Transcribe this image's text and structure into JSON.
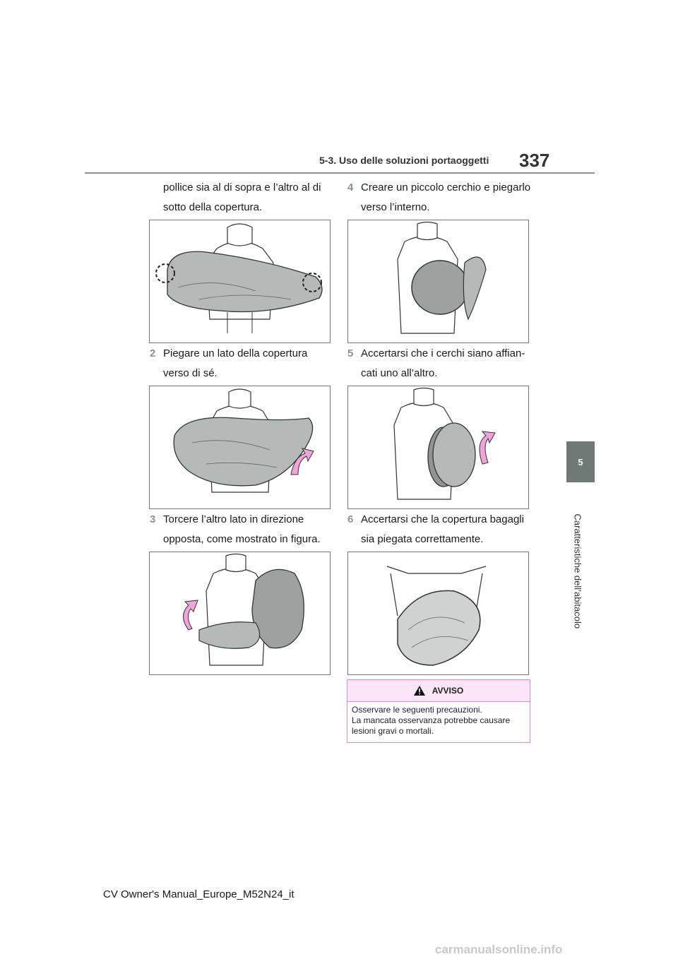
{
  "header": {
    "section": "5-3. Uso delle soluzioni portaoggetti",
    "page_number": "337"
  },
  "sidebar": {
    "chapter_number": "5",
    "chapter_title": "Caratteristiche dell’abitacolo"
  },
  "steps": [
    {
      "number": "",
      "line1": "pollice sia al di sopra e l’altro al di",
      "line2": "sotto della copertura."
    },
    {
      "number": "2",
      "line1": "Piegare un lato della copertura",
      "line2": "verso di sé."
    },
    {
      "number": "3",
      "line1": "Torcere l’altro lato in direzione",
      "line2": "opposta, come mostrato in figura."
    },
    {
      "number": "4",
      "line1": "Creare un piccolo cerchio e piegarlo",
      "line2": "verso l’interno."
    },
    {
      "number": "5",
      "line1": "Accertarsi che i cerchi siano affian-",
      "line2": "cati uno all’altro."
    },
    {
      "number": "6",
      "line1": "Accertarsi che la copertura bagagli",
      "line2": "sia piegata correttamente."
    }
  ],
  "warning": {
    "title": "AVVISO",
    "line1": "Osservare le seguenti precauzioni.",
    "line2": "La mancata osservanza potrebbe causare",
    "line3": "lesioni gravi o mortali."
  },
  "footer": {
    "manual": "CV Owner's Manual_Europe_M52N24_it",
    "watermark": "carmanualsonline.info"
  },
  "colors": {
    "accent_gray": "#8a9490",
    "tab_gray": "#6f7a76",
    "warning_border": "#e58ad2",
    "warning_fill": "#fbe5f6",
    "arrow_pink": "#f2a3dc",
    "cover_gray": "#b5b9b8"
  }
}
